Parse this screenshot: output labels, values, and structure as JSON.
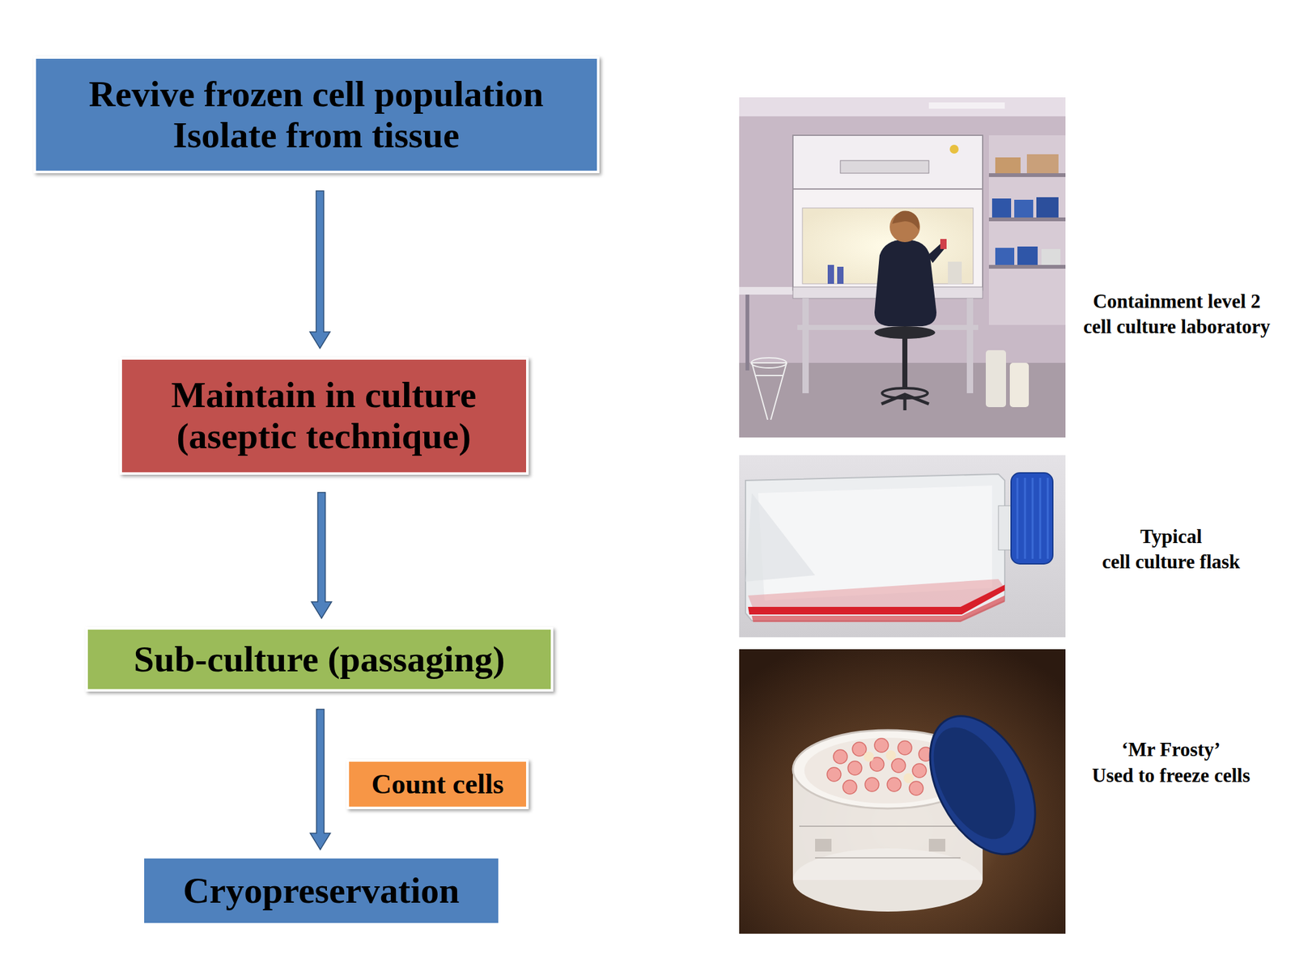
{
  "diagram": {
    "nodes": [
      {
        "text": [
          "Revive frozen cell population",
          "Isolate from tissue"
        ]
      },
      {
        "text": [
          "Maintain in culture",
          "(aseptic technique)"
        ]
      },
      {
        "text": [
          "Sub-culture (passaging)"
        ]
      },
      {
        "text": [
          "Count cells"
        ]
      },
      {
        "text": [
          "Cryopreservation"
        ]
      }
    ],
    "edges": [
      {
        "from": 0,
        "to": 1,
        "arrow": "to"
      },
      {
        "from": 1,
        "to": 2,
        "arrow": "to"
      },
      {
        "from": 2,
        "to": 4,
        "arrow": "to"
      }
    ],
    "labels": [
      "Containment level 2",
      "cell culture laboratory",
      "Typical",
      "cell culture flask",
      "‘Mr Frosty’",
      "Used to freeze cells"
    ]
  }
}
